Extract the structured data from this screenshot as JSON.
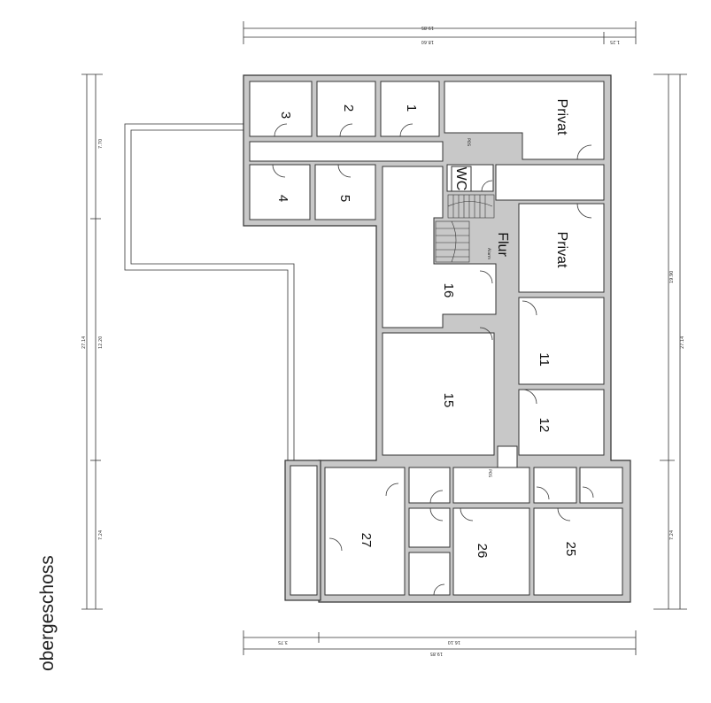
{
  "drawing": {
    "floor_title": "obergeschoss",
    "rooms": {
      "r1": "1",
      "r2": "2",
      "r3": "3",
      "r4": "4",
      "r5": "5",
      "privat_top": "Privat",
      "privat_mid": "Privat",
      "wc": "WC",
      "flur": "Flur",
      "r16": "16",
      "r15": "15",
      "r11": "11",
      "r12": "12",
      "r27": "27",
      "r26": "26",
      "r25": "25"
    },
    "dimensions": {
      "top_outer": "19.85",
      "top_inner": "18.60",
      "top_right": "1.25",
      "bottom_inner": "16.10",
      "bottom_left": "3.75",
      "bottom_outer": "19.85",
      "left_total": "27.14",
      "left_upper": "7.70",
      "left_mid": "12.20",
      "left_lower": "7.24",
      "right_total": "27.14",
      "right_upper": "19.90",
      "right_lower": "7.24"
    },
    "notes": {
      "alarm": "Alarm",
      "pos1": "POS",
      "pos2": "POS"
    }
  }
}
